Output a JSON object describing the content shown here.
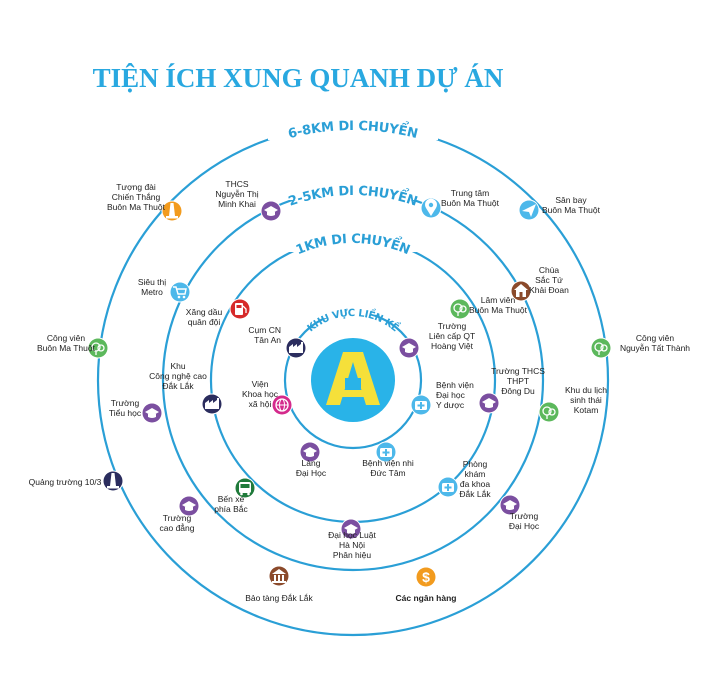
{
  "title": "TIỆN ÍCH XUNG QUANH DỰ ÁN",
  "colors": {
    "ring": "#2a9fd6",
    "title": "#29a8e0",
    "logo_bg": "#29b3e8",
    "logo_fg": "#f5e03a",
    "purple": "#7b4fa0",
    "navy": "#2b2d5e",
    "green": "#5cb85c",
    "orange": "#f29b1e",
    "lightblue": "#4db8ea",
    "red": "#d62a2a",
    "darkgreen": "#1f7a3a",
    "brown": "#8b4a2b",
    "magenta": "#d42a8c"
  },
  "rings": [
    {
      "label": "KHU VỰC LIỀN KỀ"
    },
    {
      "label": "1KM DI CHUYỂN"
    },
    {
      "label": "2-5KM DI CHUYỂN"
    },
    {
      "label": "6-8KM DI CHUYỂN"
    }
  ],
  "nodes": [
    {
      "id": "cum-cn-tan-an",
      "label": [
        "Cụm CN",
        "Tân An"
      ],
      "icon": "factory-icon",
      "color": "navy"
    },
    {
      "id": "vien-khoa-hoc-xa-hoi",
      "label": [
        "Viện",
        "Khoa học",
        "xã hội"
      ],
      "icon": "globe-icon",
      "color": "magenta"
    },
    {
      "id": "lang-dai-hoc",
      "label": [
        "Làng",
        "Đại Học"
      ],
      "icon": "graduation-cap-icon",
      "color": "purple"
    },
    {
      "id": "benh-vien-nhi-duc-tam",
      "label": [
        "Bệnh viện nhi",
        "Đức Tâm"
      ],
      "icon": "medical-kit-icon",
      "color": "lightblue"
    },
    {
      "id": "benh-vien-dai-hoc-y-duoc",
      "label": [
        "Bệnh viện",
        "Đại học",
        "Y dược"
      ],
      "icon": "medical-kit-icon",
      "color": "lightblue"
    },
    {
      "id": "truong-lien-cap-qt-hoang-viet",
      "label": [
        "Trường",
        "Liên cấp QT",
        "Hoàng Việt"
      ],
      "icon": "graduation-cap-icon",
      "color": "purple"
    },
    {
      "id": "xang-dau-quan-doi",
      "label": [
        "Xăng dầu",
        "quân đội"
      ],
      "icon": "fuel-pump-icon",
      "color": "red"
    },
    {
      "id": "khu-cong-nghe-cao-dak-lak",
      "label": [
        "Khu",
        "Công nghệ cao",
        "Đắk Lắk"
      ],
      "icon": "factory-icon",
      "color": "navy"
    },
    {
      "id": "ben-xe-phia-bac",
      "label": [
        "Bến xe",
        "phía Bắc"
      ],
      "icon": "bus-icon",
      "color": "darkgreen"
    },
    {
      "id": "dai-hoc-luat-ha-noi",
      "label": [
        "Đại học Luật",
        "Hà Nội",
        "Phân hiệu"
      ],
      "icon": "graduation-cap-icon",
      "color": "purple"
    },
    {
      "id": "phong-kham-da-khoa-dak-lak",
      "label": [
        "Phòng",
        "khám",
        "đa khoa",
        "Đắk Lắk"
      ],
      "icon": "medical-kit-icon",
      "color": "lightblue"
    },
    {
      "id": "truong-thcs-thpt-dong-du",
      "label": [
        "Trường THCS",
        "THPT",
        "Đông Du"
      ],
      "icon": "graduation-cap-icon",
      "color": "purple"
    },
    {
      "id": "lam-vien-buon-ma-thuot",
      "label": [
        "Lâm viên",
        "Buôn Ma Thuột"
      ],
      "icon": "tree-icon",
      "color": "green"
    },
    {
      "id": "thcs-nguyen-thi-minh-khai",
      "label": [
        "THCS",
        "Nguyễn Thị",
        "Minh Khai"
      ],
      "icon": "graduation-cap-icon",
      "color": "purple"
    },
    {
      "id": "sieu-thi-metro",
      "label": [
        "Siêu thị",
        "Metro"
      ],
      "icon": "shopping-cart-icon",
      "color": "lightblue"
    },
    {
      "id": "truong-tieu-hoc",
      "label": [
        "Trường",
        "Tiểu học"
      ],
      "icon": "graduation-cap-icon",
      "color": "purple"
    },
    {
      "id": "truong-cao-dang",
      "label": [
        "Trường",
        "cao đẳng"
      ],
      "icon": "graduation-cap-icon",
      "color": "purple"
    },
    {
      "id": "trung-tam-buon-ma-thuot",
      "label": [
        "Trung tâm",
        "Buôn Ma Thuột"
      ],
      "icon": "map-pin-icon",
      "color": "lightblue"
    },
    {
      "id": "chua-sac-tu-khai-doan",
      "label": [
        "Chùa",
        "Sắc Tứ",
        "Khải Đoan"
      ],
      "icon": "temple-icon",
      "color": "brown"
    },
    {
      "id": "khu-du-lich-sinh-thai-kotam",
      "label": [
        "Khu du lịch",
        "sinh thái",
        "Kotam"
      ],
      "icon": "tree-icon",
      "color": "green"
    },
    {
      "id": "truong-dai-hoc",
      "label": [
        "Trường",
        "Đại Học"
      ],
      "icon": "graduation-cap-icon",
      "color": "purple"
    },
    {
      "id": "cac-ngan-hang",
      "label": [
        "Các ngân hàng"
      ],
      "icon": "dollar-icon",
      "color": "orange"
    },
    {
      "id": "bao-tang-dak-lak",
      "label": [
        "Bảo tàng Đắk Lắk"
      ],
      "icon": "museum-icon",
      "color": "brown"
    },
    {
      "id": "tuong-dai-chien-thang",
      "label": [
        "Tượng đài",
        "Chiến Thắng",
        "Buôn Ma Thuột"
      ],
      "icon": "monument-icon",
      "color": "orange"
    },
    {
      "id": "san-bay-buon-ma-thuot",
      "label": [
        "Sân bay",
        "Buôn Ma Thuột"
      ],
      "icon": "airplane-icon",
      "color": "lightblue"
    },
    {
      "id": "cong-vien-buon-ma-thuot",
      "label": [
        "Công viên",
        "Buôn Ma Thuột"
      ],
      "icon": "tree-icon",
      "color": "green"
    },
    {
      "id": "cong-vien-nguyen-tat-thanh",
      "label": [
        "Công viên",
        "Nguyễn Tất Thành"
      ],
      "icon": "tree-icon",
      "color": "green"
    },
    {
      "id": "quang-truong-10-3",
      "label": [
        "Quảng trường 10/3"
      ],
      "icon": "monument-icon",
      "color": "navy"
    }
  ]
}
